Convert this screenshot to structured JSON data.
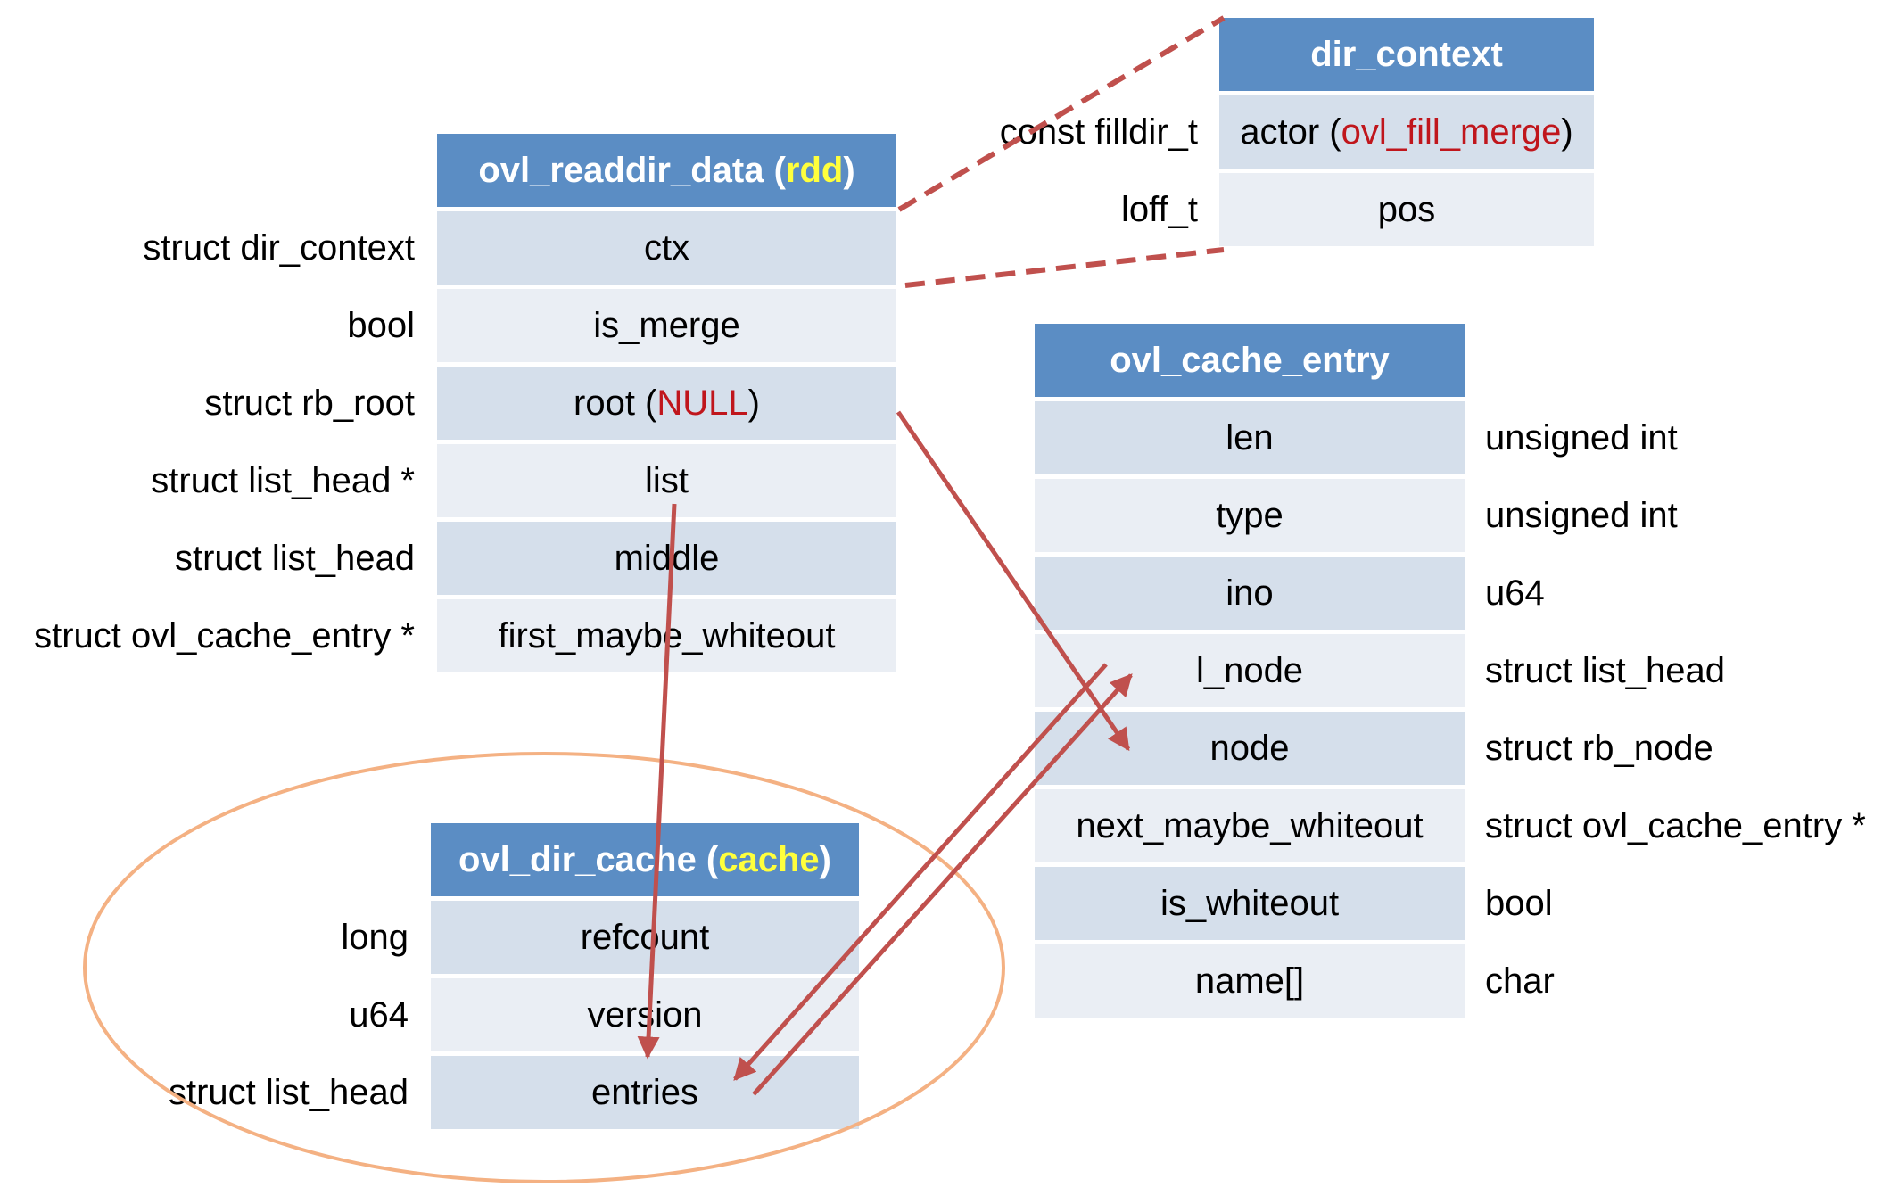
{
  "rdd": {
    "title": "ovl_readdir_data (",
    "title_hl": "rdd",
    "title_end": ")",
    "rows": [
      {
        "field": "ctx",
        "type": "struct dir_context"
      },
      {
        "field": "is_merge",
        "type": "bool"
      },
      {
        "field": "root (",
        "field_red": "NULL",
        "field_end": ")",
        "type": "struct rb_root"
      },
      {
        "field": "list",
        "type": "struct list_head *"
      },
      {
        "field": "middle",
        "type": "struct list_head"
      },
      {
        "field": "first_maybe_whiteout",
        "type": "struct ovl_cache_entry *"
      }
    ]
  },
  "dir_context": {
    "title": "dir_context",
    "rows": [
      {
        "field": "actor (",
        "field_red": "ovl_fill_merge",
        "field_end": ")",
        "type": "const filldir_t"
      },
      {
        "field": "pos",
        "type": "loff_t"
      }
    ]
  },
  "cache_entry": {
    "title": "ovl_cache_entry",
    "rows": [
      {
        "field": "len",
        "type": "unsigned int"
      },
      {
        "field": "type",
        "type": "unsigned int"
      },
      {
        "field": "ino",
        "type": "u64"
      },
      {
        "field": "l_node",
        "type": "struct list_head"
      },
      {
        "field": "node",
        "type": "struct rb_node"
      },
      {
        "field": "next_maybe_whiteout",
        "type": "struct ovl_cache_entry *"
      },
      {
        "field": "is_whiteout",
        "type": "bool"
      },
      {
        "field": "name[]",
        "type": "char"
      }
    ]
  },
  "dir_cache": {
    "title": "ovl_dir_cache (",
    "title_hl": "cache",
    "title_end": ")",
    "rows": [
      {
        "field": "refcount",
        "type": "long"
      },
      {
        "field": "version",
        "type": "u64"
      },
      {
        "field": "entries",
        "type": "struct list_head"
      }
    ]
  },
  "colors": {
    "header": "#5b8dc4",
    "row_dark": "#d5dfeb",
    "row_light": "#eaeef4",
    "highlight": "#ffff3c",
    "value_red": "#c0161c",
    "arrow": "#c0504d",
    "ellipse": "#f4b183"
  }
}
